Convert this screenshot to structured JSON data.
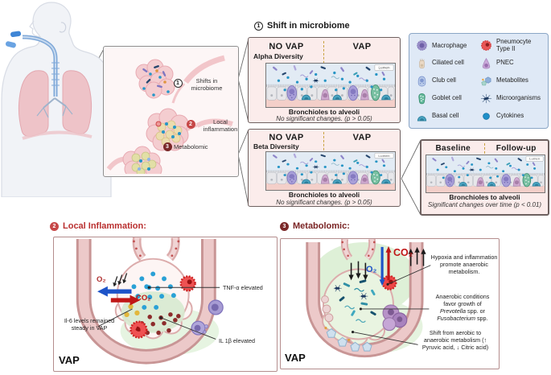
{
  "inset": {
    "callouts": [
      {
        "number": "1",
        "label": "Shifts in microbiome"
      },
      {
        "number": "2",
        "label": "Local inflammation"
      },
      {
        "number": "3",
        "label": "Metabolomic"
      }
    ]
  },
  "microbiome": {
    "heading_number": "1",
    "heading": "Shift in microbiome",
    "lumen_label": "Lumen",
    "alpha": {
      "col_left": "NO VAP",
      "col_right": "VAP",
      "subtitle": "Alpha Diversity",
      "caption": "Bronchioles to alveoli",
      "note": "No significant changes. (p > 0.05)"
    },
    "beta": {
      "col_left": "NO VAP",
      "col_right": "VAP",
      "subtitle": "Beta Diversity",
      "caption": "Bronchioles to alveoli",
      "note": "No significant changes. (p > 0.05)"
    }
  },
  "followup": {
    "col_left": "Baseline",
    "col_right": "Follow-up",
    "caption": "Bronchioles to alveoli",
    "note": "Significant changes over time (p < 0.01)"
  },
  "legend": {
    "items": [
      {
        "icon": "macrophage-icon",
        "label": "Macrophage"
      },
      {
        "icon": "pneumocyte-type2-icon",
        "label": "Pneumocyte Type II"
      },
      {
        "icon": "ciliated-cell-icon",
        "label": "Ciliated cell"
      },
      {
        "icon": "pnec-icon",
        "label": "PNEC"
      },
      {
        "icon": "club-cell-icon",
        "label": "Club cell"
      },
      {
        "icon": "metabolites-icon",
        "label": "Metabolites"
      },
      {
        "icon": "goblet-cell-icon",
        "label": "Goblet cell"
      },
      {
        "icon": "microorganisms-icon",
        "label": "Microorganisms"
      },
      {
        "icon": "basal-cell-icon",
        "label": "Basal cell"
      },
      {
        "icon": "cytokines-icon",
        "label": "Cytokines"
      }
    ]
  },
  "inflammation": {
    "number": "2",
    "title": "Local Inflammation:",
    "o2": "O₂",
    "co2": "CO₂",
    "tnf": "TNF-α elevated",
    "il6": "Il-6 levels remained steady in VAP",
    "il1b": "IL 1β elevated",
    "corner": "VAP"
  },
  "metabolomic": {
    "number": "3",
    "title": "Metabolomic:",
    "o2": "O₂",
    "co2": "CO₂",
    "hypoxia": "Hypoxia and inflammation promote anaerobic metabolism.",
    "anaerobic_pre": "Anaerobic conditions favor growth of ",
    "genus1": "Prevotella",
    "anaerobic_mid": " spp. or ",
    "genus2": "Fusobacterium",
    "anaerobic_post": " spp.",
    "shift": "Shift from aerobic to anaerobic metabolism (↑ Pyruvic acid, ↓ Citric acid)",
    "corner": "VAP"
  },
  "colors": {
    "accent_red": "#b92f2f",
    "accent_maroon": "#7a2424",
    "o2_blue": "#1d53c8",
    "co2_red": "#c01616",
    "panel_pink": "#fbeceb",
    "legend_blue": "#dfe9f6"
  }
}
